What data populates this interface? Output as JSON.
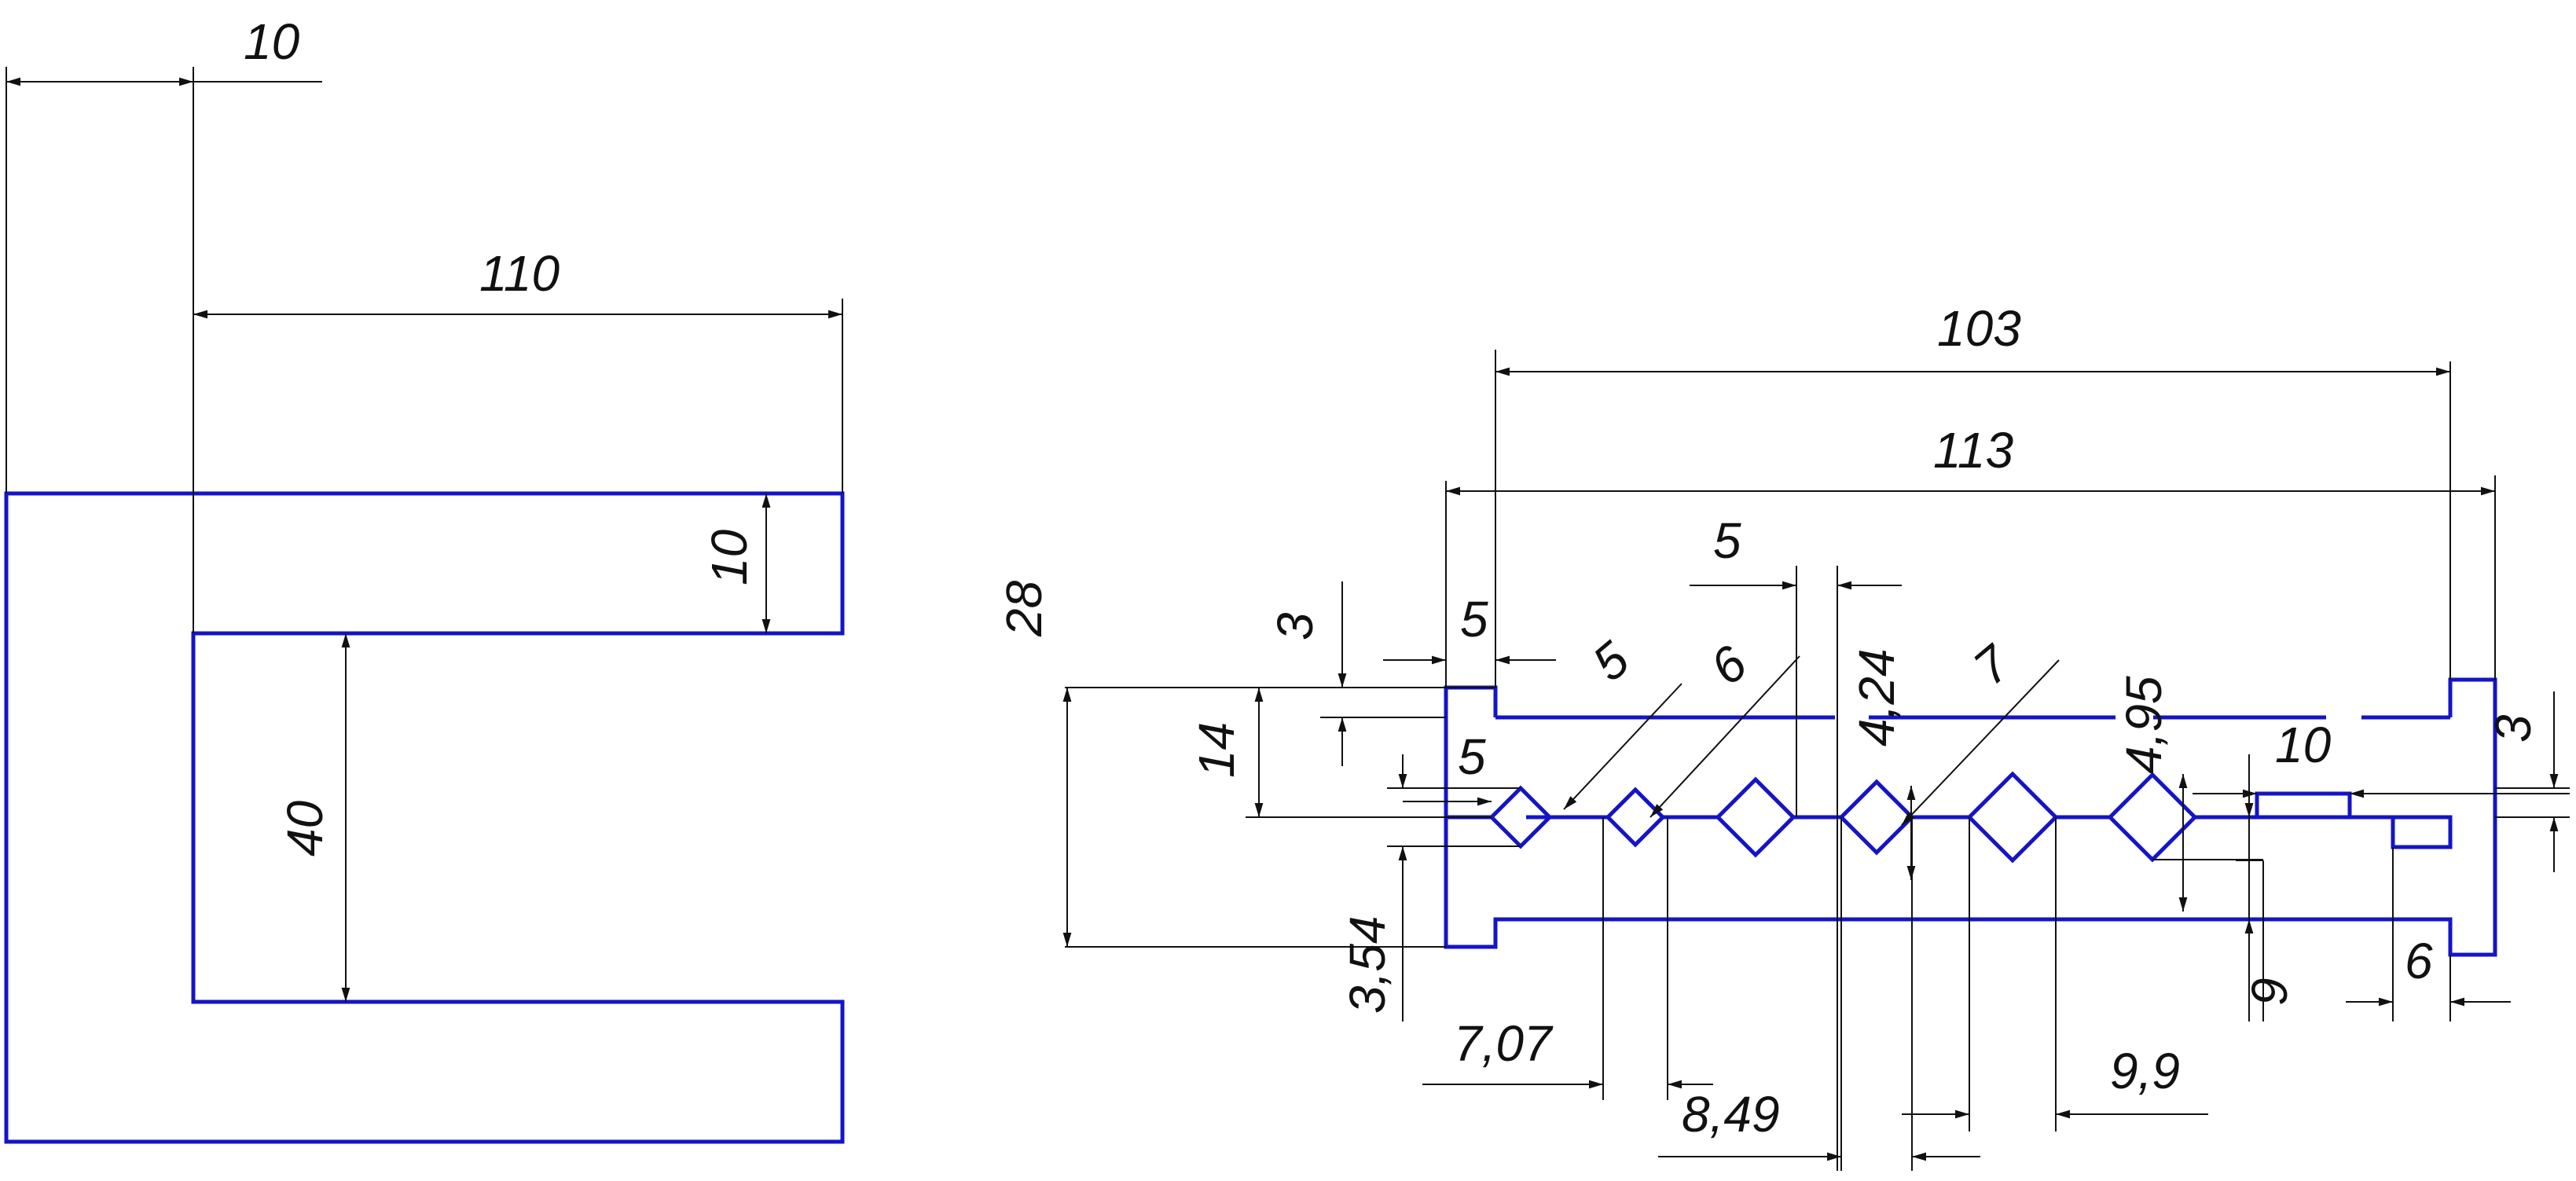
{
  "drawing": {
    "left_view": {
      "dims": {
        "d10_top": "10",
        "d110": "110",
        "d10_flange": "10",
        "d40": "40"
      }
    },
    "right_view": {
      "dims": {
        "d103": "103",
        "d113": "113",
        "d28": "28",
        "d3_left": "3",
        "d14": "14",
        "d5_a": "5",
        "d5_b": "5",
        "d5_c": "5",
        "d5_d": "5",
        "d6_diag": "6",
        "d4_24": "4,24",
        "d7": "7",
        "d4_95": "4,95",
        "d10": "10",
        "d3_right": "3",
        "d3_54": "3,54",
        "d7_07": "7,07",
        "d8_49": "8,49",
        "d9_9": "9,9",
        "d9": "9",
        "d6": "6"
      }
    },
    "colors": {
      "part_outline": "#1414c8",
      "dimension_lines": "#111111"
    }
  }
}
